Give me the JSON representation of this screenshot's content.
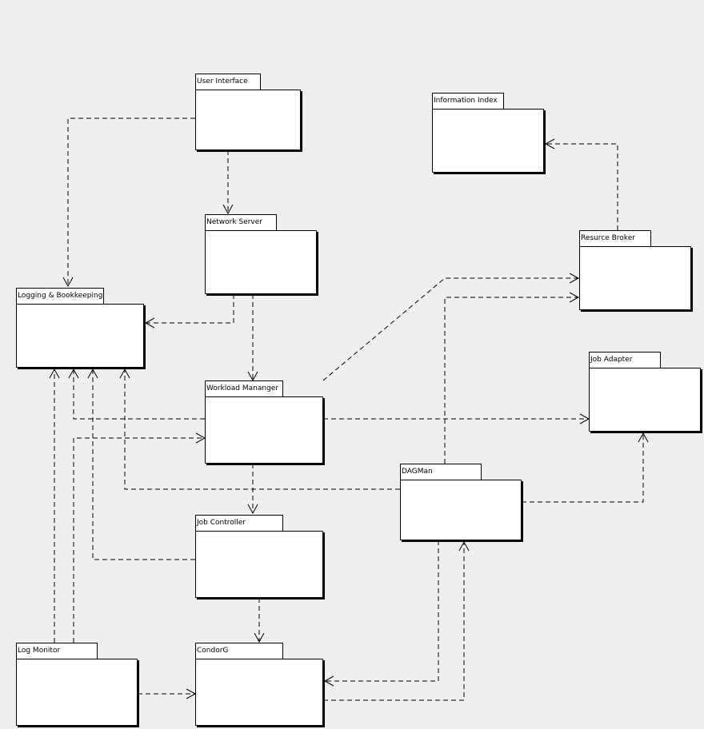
{
  "diagram": {
    "packages": {
      "user_interface": "User Interface",
      "information_index": "Information Index",
      "network_server": "Network Server",
      "resource_broker": "Resurce Broker",
      "logging_bookkeeping": "Logging & Bookkeeping",
      "workload_manager": "Workload Mananger",
      "job_adapter": "Job Adapter",
      "dagman": "DAGMan",
      "job_controller": "Job Controller",
      "log_monitor": "Log Monitor",
      "condorg": "CondorG"
    },
    "dependencies": [
      {
        "from": "User Interface",
        "to": "Logging & Bookkeeping"
      },
      {
        "from": "User Interface",
        "to": "Network Server"
      },
      {
        "from": "Resurce Broker",
        "to": "Information Index"
      },
      {
        "from": "Network Server",
        "to": "Logging & Bookkeeping"
      },
      {
        "from": "Network Server",
        "to": "Workload Mananger"
      },
      {
        "from": "Workload Mananger",
        "to": "Resurce Broker"
      },
      {
        "from": "Workload Mananger",
        "to": "Logging & Bookkeeping"
      },
      {
        "from": "Workload Mananger",
        "to": "Job Adapter"
      },
      {
        "from": "Workload Mananger",
        "to": "Job Controller"
      },
      {
        "from": "DAGMan",
        "to": "Resurce Broker"
      },
      {
        "from": "DAGMan",
        "to": "Logging & Bookkeeping"
      },
      {
        "from": "DAGMan",
        "to": "Job Adapter"
      },
      {
        "from": "DAGMan",
        "to": "CondorG"
      },
      {
        "from": "Job Controller",
        "to": "Logging & Bookkeeping"
      },
      {
        "from": "Job Controller",
        "to": "CondorG"
      },
      {
        "from": "Log Monitor",
        "to": "Logging & Bookkeeping"
      },
      {
        "from": "Log Monitor",
        "to": "Workload Mananger"
      },
      {
        "from": "Log Monitor",
        "to": "CondorG"
      },
      {
        "from": "CondorG",
        "to": "DAGMan"
      }
    ]
  }
}
